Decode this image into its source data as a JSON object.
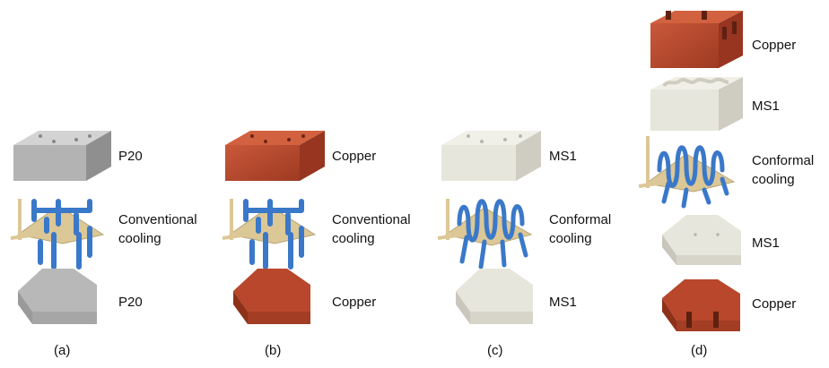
{
  "colors": {
    "p20": "#b3b3b3",
    "copper": "#b8472b",
    "ms1": "#e7e6dc",
    "channel": "#3a78c9",
    "insert": "#dcc796"
  },
  "panels": [
    {
      "caption": "(a)",
      "top_material": "P20",
      "cooling_label": [
        "Conventional",
        "cooling"
      ],
      "bottom_material": "P20",
      "cooling_style": "conventional"
    },
    {
      "caption": "(b)",
      "top_material": "Copper",
      "cooling_label": [
        "Conventional",
        "cooling"
      ],
      "bottom_material": "Copper",
      "cooling_style": "conventional"
    },
    {
      "caption": "(c)",
      "top_material": "MS1",
      "cooling_label": [
        "Conformal",
        "cooling"
      ],
      "bottom_material": "MS1",
      "cooling_style": "conformal"
    },
    {
      "caption": "(d)",
      "layers": [
        "Copper",
        "MS1",
        "Conformal cooling",
        "MS1",
        "Copper"
      ],
      "cooling_label": [
        "Conformal",
        "cooling"
      ],
      "cooling_style": "conformal"
    }
  ]
}
